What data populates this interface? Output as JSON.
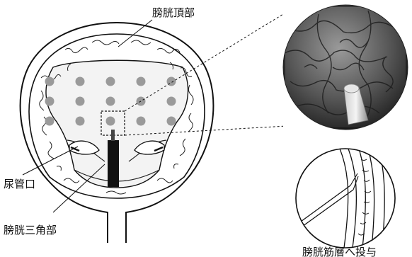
{
  "labels": {
    "dome": "膀胱頂部",
    "ureteral_orifice": "尿管口",
    "trigone": "膀胱三角部",
    "muscle_injection": "膀胱筋層へ投与"
  },
  "colors": {
    "line": "#111111",
    "injection_dot": "#9a9a9a",
    "endoscope_bg": "#1a1a1a"
  },
  "injection_grid": {
    "rows": 3,
    "columns": 5
  }
}
